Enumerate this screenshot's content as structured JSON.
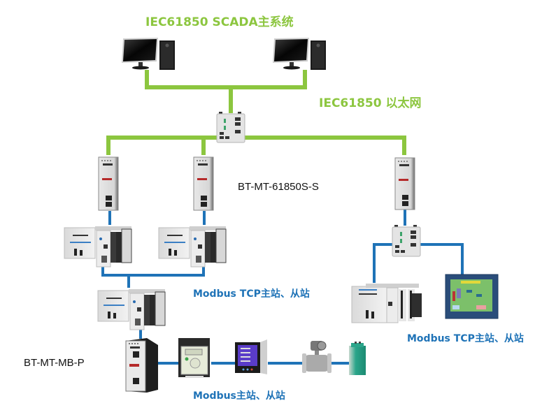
{
  "colors": {
    "ethernet_green": "#8cc63f",
    "fieldbus_blue": "#1f73b7",
    "title_green": "#8cc63f",
    "label_blue": "#1f73b7",
    "label_black": "#111111"
  },
  "labels": {
    "scada_title": "IEC61850 SCADA主系统",
    "ethernet_label": "IEC61850 以太网",
    "gateway_label": "BT-MT-61850S-S",
    "modbus_tcp_label_left": "Modbus TCP主站、从站",
    "modbus_tcp_label_right": "Modbus TCP主站、从站",
    "mb_gateway_label": "BT-MT-MB-P",
    "modbus_label": "Modbus主站、从站"
  },
  "devices": [
    {
      "id": "scada-pc-1",
      "type": "workstation-icon"
    },
    {
      "id": "scada-pc-2",
      "type": "workstation-icon"
    },
    {
      "id": "core-switch",
      "type": "ethernet-switch-icon"
    },
    {
      "id": "gateway-1",
      "type": "din-rail-gateway-icon"
    },
    {
      "id": "gateway-2",
      "type": "din-rail-gateway-icon"
    },
    {
      "id": "gateway-3",
      "type": "din-rail-gateway-icon"
    },
    {
      "id": "plc-1",
      "type": "plc-icon"
    },
    {
      "id": "plc-2",
      "type": "plc-icon"
    },
    {
      "id": "plc-3",
      "type": "plc-icon"
    },
    {
      "id": "sub-switch",
      "type": "ethernet-switch-icon"
    },
    {
      "id": "plc-4",
      "type": "plc-icon"
    },
    {
      "id": "hmi",
      "type": "hmi-panel-icon"
    },
    {
      "id": "mb-gateway",
      "type": "din-rail-gateway-icon"
    },
    {
      "id": "vfd",
      "type": "variable-frequency-drive-icon"
    },
    {
      "id": "power-meter",
      "type": "power-meter-icon"
    },
    {
      "id": "flow-meter",
      "type": "flow-meter-icon"
    },
    {
      "id": "signal-isolator",
      "type": "signal-isolator-icon"
    }
  ]
}
